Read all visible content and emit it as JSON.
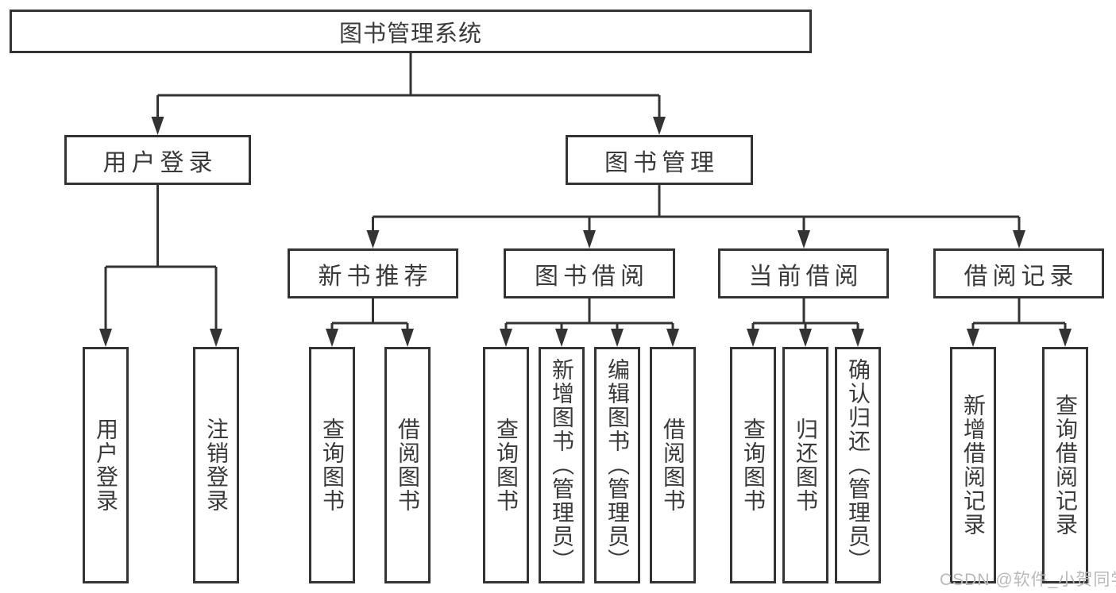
{
  "tree": {
    "root": "图书管理系统",
    "user_login": {
      "label": "用户登录",
      "children": [
        "用户登录",
        "注销登录"
      ]
    },
    "book_management": {
      "label": "图书管理",
      "groups": [
        {
          "label": "新书推荐",
          "children": [
            "查询图书",
            "借阅图书"
          ]
        },
        {
          "label": "图书借阅",
          "children": [
            "查询图书",
            "新增图书（管理员）",
            "编辑图书（管理员）",
            "借阅图书"
          ]
        },
        {
          "label": "当前借阅",
          "children": [
            "查询图书",
            "归还图书",
            "确认归还（管理员）"
          ]
        },
        {
          "label": "借阅记录",
          "children": [
            "新增借阅记录",
            "查询借阅记录"
          ]
        }
      ]
    }
  },
  "watermark": {
    "text": "CSDN @软件_小贺同学"
  },
  "colors": {
    "line": "#333333",
    "text": "#3a3a3a",
    "watermark": "#b9b9b9",
    "background": "#ffffff"
  }
}
